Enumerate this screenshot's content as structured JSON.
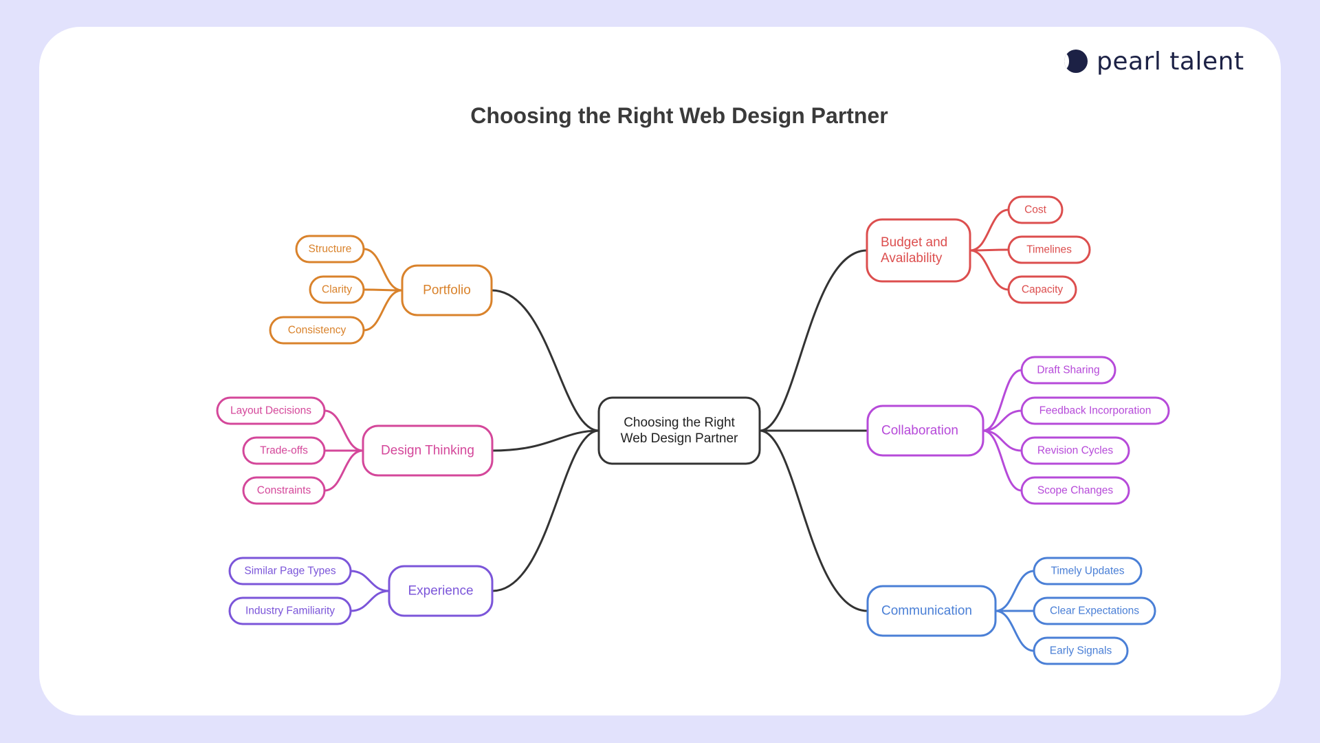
{
  "brand": {
    "logo_icon": "pearl-logo-icon",
    "name": "pearl talent"
  },
  "title": "Choosing the Right Web Design Partner",
  "diagram": {
    "root": {
      "lines": [
        "Choosing the Right",
        "Web Design Partner"
      ],
      "color": "#333333"
    },
    "branches": [
      {
        "id": "portfolio",
        "lines": [
          "Portfolio"
        ],
        "color": "#d9822b",
        "side": "left",
        "children": [
          "Structure",
          "Clarity",
          "Consistency"
        ]
      },
      {
        "id": "design-thinking",
        "lines": [
          "Design Thinking"
        ],
        "color": "#d4479a",
        "side": "left",
        "children": [
          "Layout Decisions",
          "Trade-offs",
          "Constraints"
        ]
      },
      {
        "id": "experience",
        "lines": [
          "Experience"
        ],
        "color": "#7b55d9",
        "side": "left",
        "children": [
          "Similar Page Types",
          "Industry Familiarity"
        ]
      },
      {
        "id": "budget",
        "lines": [
          "Budget and",
          "Availability"
        ],
        "color": "#dc4e4e",
        "side": "right",
        "children": [
          "Cost",
          "Timelines",
          "Capacity"
        ]
      },
      {
        "id": "collaboration",
        "lines": [
          "Collaboration"
        ],
        "color": "#b64ad9",
        "side": "right",
        "children": [
          "Draft Sharing",
          "Feedback Incorporation",
          "Revision Cycles",
          "Scope Changes"
        ]
      },
      {
        "id": "communication",
        "lines": [
          "Communication"
        ],
        "color": "#4a7fd6",
        "side": "right",
        "children": [
          "Timely Updates",
          "Clear Expectations",
          "Early Signals"
        ]
      }
    ]
  }
}
